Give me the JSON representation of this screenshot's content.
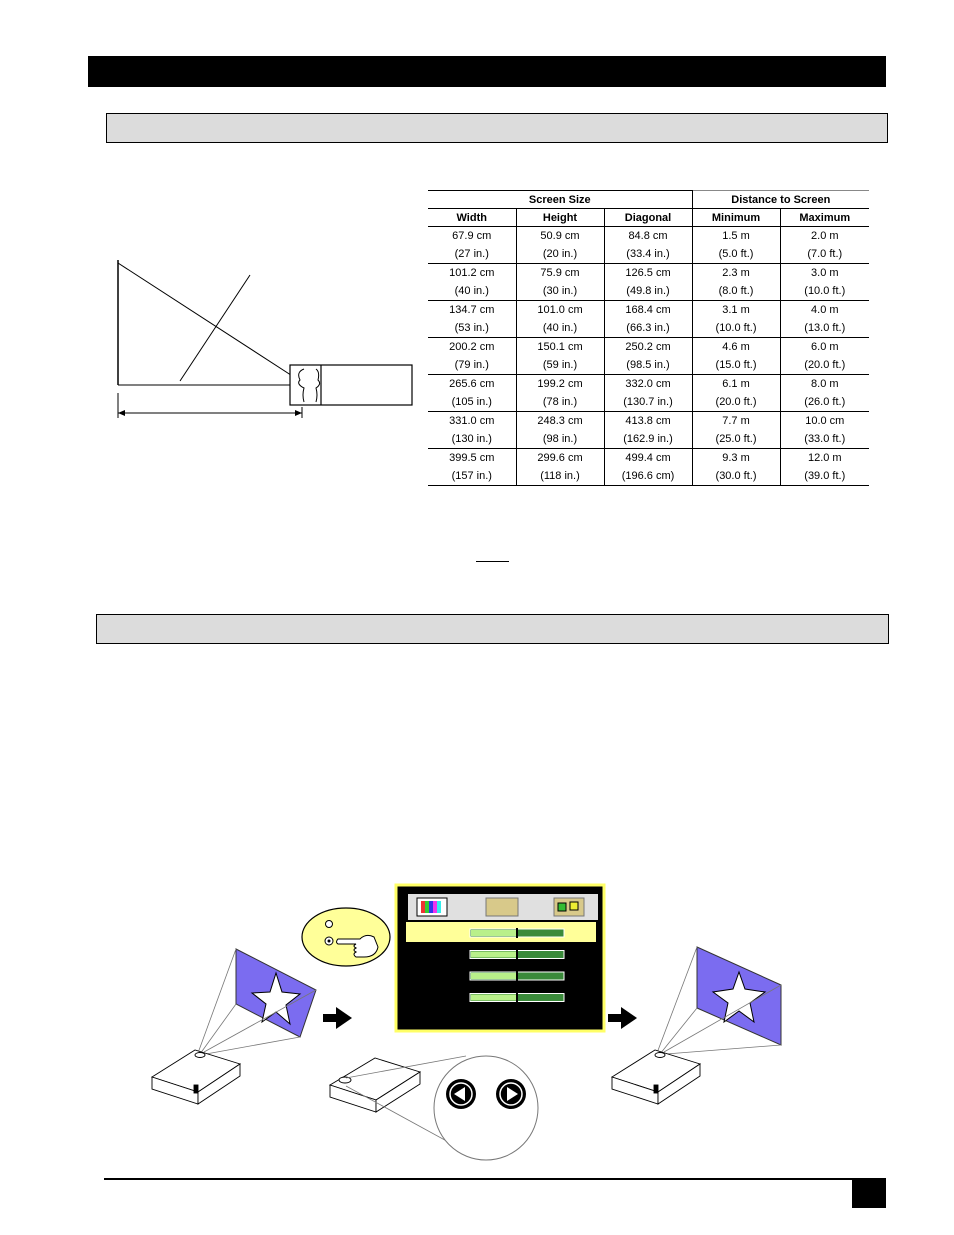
{
  "table": {
    "group_headers": [
      "Screen Size",
      "Distance to Screen"
    ],
    "columns": [
      "Width",
      "Height",
      "Diagonal",
      "Minimum",
      "Maximum"
    ],
    "rows": [
      [
        [
          "67.9 cm",
          "(27 in.)"
        ],
        [
          "50.9 cm",
          "(20 in.)"
        ],
        [
          "84.8 cm",
          "(33.4 in.)"
        ],
        [
          "1.5 m",
          "(5.0 ft.)"
        ],
        [
          "2.0 m",
          "(7.0 ft.)"
        ]
      ],
      [
        [
          "101.2 cm",
          "(40 in.)"
        ],
        [
          "75.9 cm",
          "(30 in.)"
        ],
        [
          "126.5 cm",
          "(49.8 in.)"
        ],
        [
          "2.3 m",
          "(8.0 ft.)"
        ],
        [
          "3.0 m",
          "(10.0 ft.)"
        ]
      ],
      [
        [
          "134.7 cm",
          "(53 in.)"
        ],
        [
          "101.0 cm",
          "(40 in.)"
        ],
        [
          "168.4 cm",
          "(66.3 in.)"
        ],
        [
          "3.1 m",
          "(10.0 ft.)"
        ],
        [
          "4.0 m",
          "(13.0 ft.)"
        ]
      ],
      [
        [
          "200.2 cm",
          "(79 in.)"
        ],
        [
          "150.1 cm",
          "(59 in.)"
        ],
        [
          "250.2 cm",
          "(98.5 in.)"
        ],
        [
          "4.6 m",
          "(15.0 ft.)"
        ],
        [
          "6.0 m",
          "(20.0 ft.)"
        ]
      ],
      [
        [
          "265.6 cm",
          "(105 in.)"
        ],
        [
          "199.2 cm",
          "(78 in.)"
        ],
        [
          "332.0 cm",
          "(130.7 in.)"
        ],
        [
          "6.1 m",
          "(20.0 ft.)"
        ],
        [
          "8.0 m",
          "(26.0 ft.)"
        ]
      ],
      [
        [
          "331.0 cm",
          "(130 in.)"
        ],
        [
          "248.3 cm",
          "(98 in.)"
        ],
        [
          "413.8 cm",
          "(162.9 in.)"
        ],
        [
          "7.7 m",
          "(25.0 ft.)"
        ],
        [
          "10.0 cm",
          "(33.0 ft.)"
        ]
      ],
      [
        [
          "399.5 cm",
          "(157 in.)"
        ],
        [
          "299.6 cm",
          "(118  in.)"
        ],
        [
          "499.4 cm",
          "(196.6 cm)"
        ],
        [
          "9.3 m",
          "(30.0 ft.)"
        ],
        [
          "12.0 m",
          "(39.0 ft.)"
        ]
      ]
    ]
  },
  "menu": {
    "tab_icons": [
      "color-bars-icon",
      "keystone-icon",
      "picture-in-picture-icon"
    ],
    "slider_levels": [
      0.5,
      0.5,
      0.5,
      0.5
    ],
    "highlight_color": "#ffff99",
    "frame_color": "#ffff66"
  },
  "colors": {
    "star_panel": "#7b6cf0",
    "section_bg": "#dcdcdc"
  },
  "icons": [
    "left-arrow-button-icon",
    "right-arrow-button-icon",
    "finger-press-icon",
    "arrow-right-icon"
  ]
}
